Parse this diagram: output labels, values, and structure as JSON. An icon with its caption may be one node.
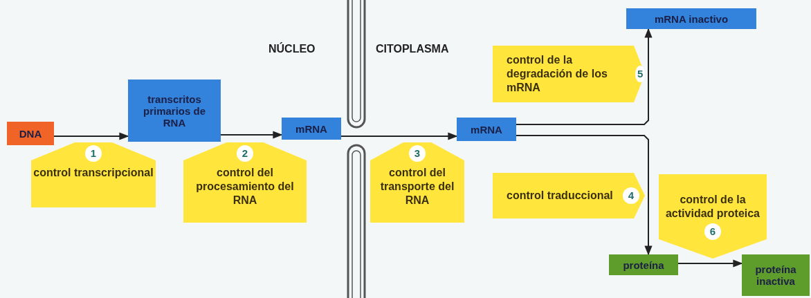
{
  "diagram": {
    "nodes": [
      {
        "text": [
          "DNA"
        ]
      },
      {
        "text": [
          "transcritos primarios de RNA"
        ]
      },
      {
        "text": [
          "mRNA"
        ]
      },
      {
        "text": [
          "mRNA"
        ]
      },
      {
        "text": [
          "mRNA inactivo"
        ]
      },
      {
        "text": [
          "proteína"
        ]
      },
      {
        "text": [
          "proteína inactiva"
        ]
      },
      {
        "text": [
          "1",
          "control transcripcional"
        ]
      },
      {
        "text": [
          "2",
          "control del procesamiento del RNA"
        ]
      },
      {
        "text": [
          "3",
          "control del transporte del RNA"
        ]
      },
      {
        "text": [
          "control de la degradación de los mRNA",
          "5"
        ]
      },
      {
        "text": [
          "control traduccional",
          "4"
        ]
      },
      {
        "text": [
          "control de la actividad proteica",
          "6"
        ]
      }
    ],
    "edges": [
      {
        "from": 0,
        "to": 1,
        "arrow": "to"
      },
      {
        "from": 1,
        "to": 2,
        "arrow": "to"
      },
      {
        "from": 2,
        "to": 3,
        "arrow": "to"
      },
      {
        "from": 3,
        "to": 4,
        "arrow": "to"
      },
      {
        "from": 3,
        "to": 5,
        "arrow": "to"
      },
      {
        "from": 5,
        "to": 6,
        "arrow": "to"
      }
    ],
    "labels": [
      "NÚCLEO",
      "CITOPLASMA"
    ]
  }
}
